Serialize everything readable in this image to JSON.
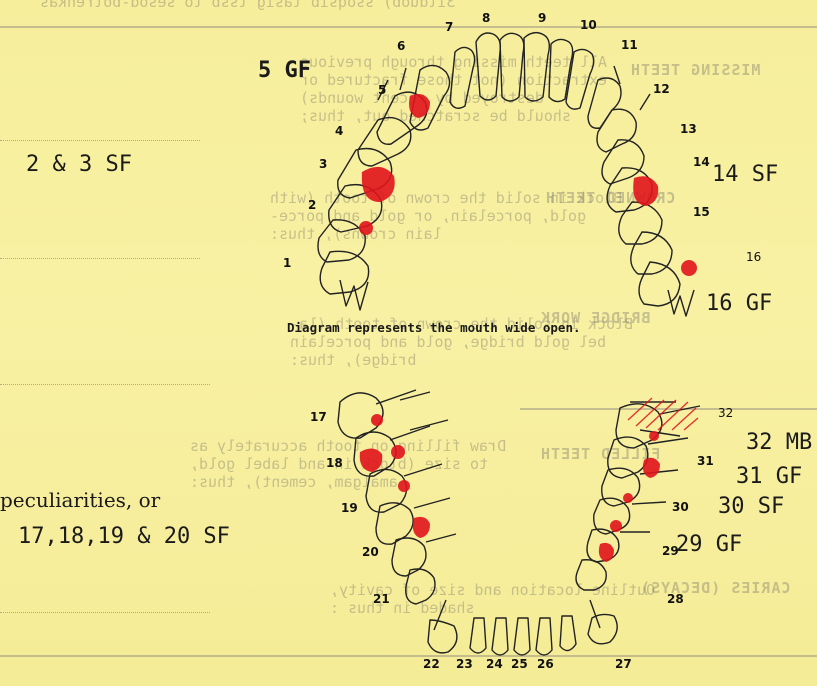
{
  "background_print": {
    "top_line": "3ilduob) ssoqsib lasig lssb to sesod-bolrenkas",
    "missing_heading": "MISSING TEETH",
    "missing_text": [
      "All teeth missing through previous",
      "extraction (not those fractured or",
      "destroyed by recent wounds)",
      "should be scratched out, thus;"
    ],
    "crowned_heading": "CROWNED TEETH",
    "crowned_text": [
      "Block in solid the crown of tooth (with",
      "gold, porcelain, or gold and porce-",
      "lain crowns), thus:"
    ],
    "bridge_heading": "BRIDGE WORK",
    "bridge_text": [
      "Block in solid the crown of tooth (la-",
      "bel gold bridge, gold and porcelain",
      "bridge), thus:"
    ],
    "filled_heading": "FILLED TEETH",
    "filled_text": [
      "Draw filling on tooth accurately as",
      "to size (block in and label gold,",
      "amalgam, cement), thus:"
    ],
    "caries_heading": "CARIES (DECAYS)",
    "caries_text": [
      "Outline location and size of cavity,",
      "shaded in thus :"
    ]
  },
  "annotations": {
    "tooth5": "5 GF",
    "teeth23": "2 & 3 SF",
    "tooth14": "14 SF",
    "tooth16": "16 GF",
    "tooth32": "32 MB",
    "tooth31": "31 GF",
    "tooth30": "30 SF",
    "tooth29": "29 GF",
    "lower_left": "17,18,19 & 20 SF",
    "peculiarities": "peculiarities, or"
  },
  "caption": "Diagram represents the mouth wide open.",
  "upper_numbers": [
    "1",
    "2",
    "3",
    "4",
    "5",
    "6",
    "7",
    "8",
    "9",
    "10",
    "11",
    "12",
    "13",
    "14",
    "15",
    "16"
  ],
  "lower_numbers": [
    "17",
    "18",
    "19",
    "20",
    "21",
    "22",
    "23",
    "24",
    "25",
    "26",
    "27",
    "28",
    "29",
    "30",
    "31",
    "32"
  ],
  "colors": {
    "paper": "#f7ef9e",
    "ink": "#1a1a1a",
    "mark": "#e0141c"
  }
}
